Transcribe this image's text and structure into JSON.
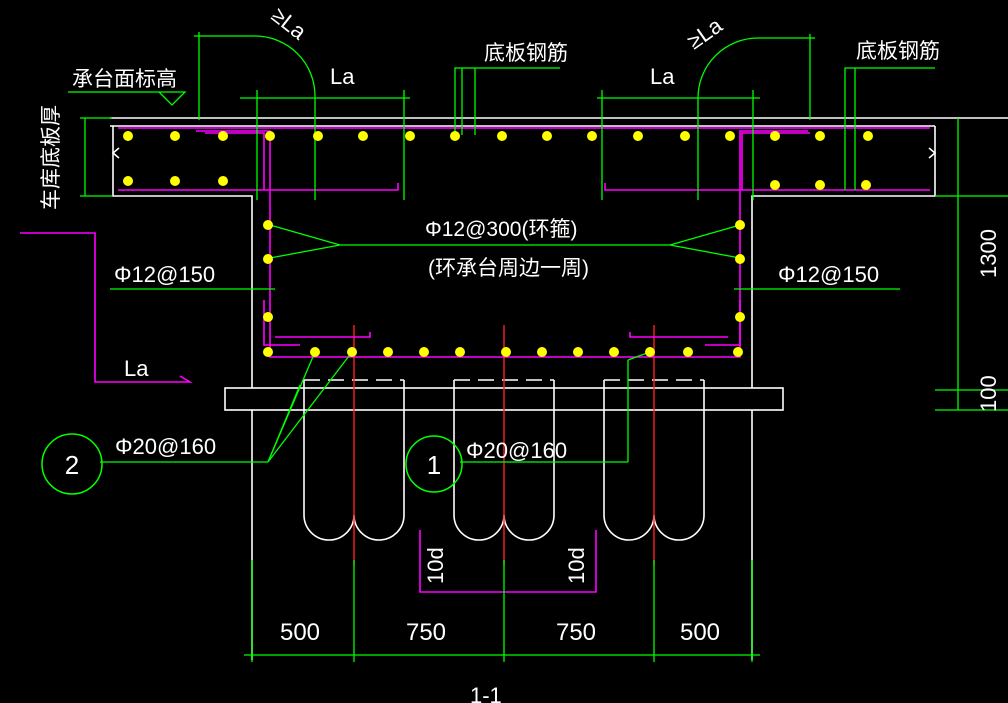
{
  "labels": {
    "cap_top_elevation": "承台面标高",
    "slab_thickness": "车库底板厚",
    "bottom_rebar_left": "底板钢筋",
    "bottom_rebar_right": "底板钢筋",
    "anchor_left": "La",
    "anchor_right": "La",
    "anchor_mid": "La",
    "curve_left": "≥La",
    "curve_right": "≥La",
    "stirrup_spec": "Φ12@300(环箍)",
    "stirrup_note": "(环承台周边一周)",
    "side_left": "Φ12@150",
    "side_right": "Φ12@150",
    "bottom_left": "Φ20@160",
    "bottom_right": "Φ20@160",
    "pile_embed_left": "10d",
    "pile_embed_right": "10d",
    "dim_height": "1300",
    "dim_cushion": "100",
    "section_mark": "1-1"
  },
  "callouts": [
    {
      "id": "2"
    },
    {
      "id": "1"
    }
  ],
  "dimensions": [
    "500",
    "750",
    "750",
    "500"
  ],
  "colors": {
    "background": "#000000",
    "concrete": "#ffffff",
    "leader": "#00ff00",
    "rebar": "#ff00ff",
    "rebar_dot": "#ffff00",
    "pile_axis": "#ff0000",
    "text": "#ffffff"
  }
}
